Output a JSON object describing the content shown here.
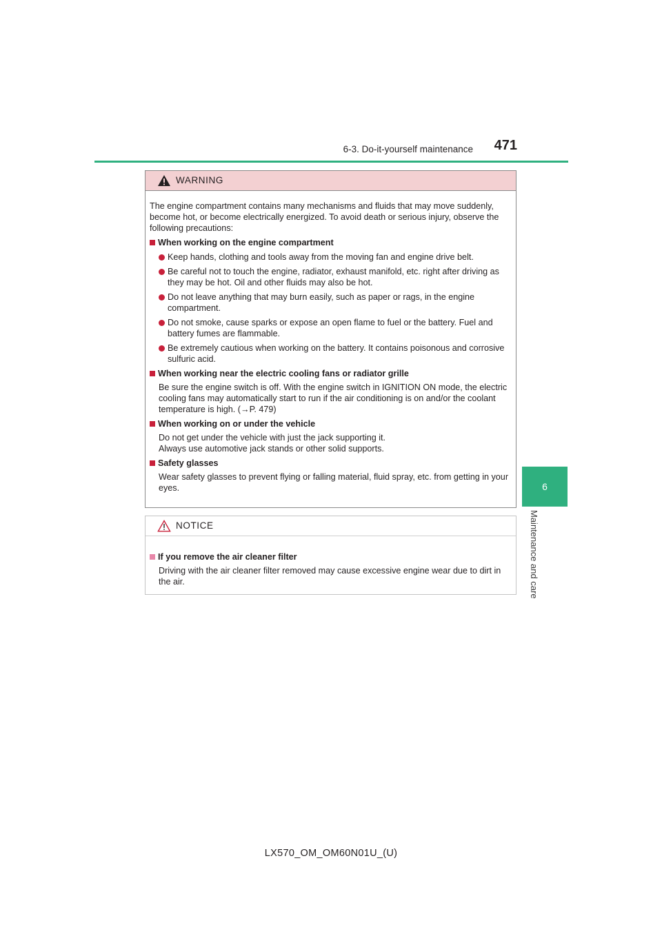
{
  "header": {
    "section": "6-3. Do-it-yourself maintenance",
    "page_number": "471",
    "rule_color": "#2fb07f"
  },
  "side_tab": {
    "number": "6",
    "label": "Maintenance and care"
  },
  "warning": {
    "title": "WARNING",
    "icon": "warning-triangle-icon",
    "intro": "The engine compartment contains many mechanisms and fluids that may move suddenly, become hot, or become electrically energized. To avoid death or serious injury, observe the following precautions:",
    "sections": [
      {
        "title": "When working on the engine compartment",
        "bullets": [
          "Keep hands, clothing and tools away from the moving fan and engine drive belt.",
          "Be careful not to touch the engine, radiator, exhaust manifold, etc. right after driving as they may be hot. Oil and other fluids may also be hot.",
          "Do not leave anything that may burn easily, such as paper or rags, in the engine compartment.",
          "Do not smoke, cause sparks or expose an open flame to fuel or the battery. Fuel and battery fumes are flammable.",
          "Be extremely cautious when working on the battery. It contains poisonous and corrosive sulfuric acid."
        ]
      },
      {
        "title": "When working near the electric cooling fans or radiator grille",
        "text": "Be sure the engine switch is off. With the engine switch in IGNITION ON mode, the electric cooling fans may automatically start to run if the air conditioning is on and/or the coolant temperature is high. (→P. 479)"
      },
      {
        "title": "When working on or under the vehicle",
        "lines": [
          "Do not get under the vehicle with just the jack supporting it.",
          "Always use automotive jack stands or other solid supports."
        ]
      },
      {
        "title": "Safety glasses",
        "text": "Wear safety glasses to prevent flying or falling material, fluid spray, etc. from getting in your eyes."
      }
    ]
  },
  "notice": {
    "title": "NOTICE",
    "icon": "notice-triangle-icon",
    "sections": [
      {
        "title": "If you remove the air cleaner filter",
        "text": "Driving with the air cleaner filter removed may cause excessive engine wear due to dirt in the air."
      }
    ]
  },
  "footer": {
    "code": "LX570_OM_OM60N01U_(U)"
  },
  "colors": {
    "accent_green": "#2fb07f",
    "warning_header_bg": "#f3d0d2",
    "warning_red": "#c8203a",
    "notice_pink": "#e887a9"
  }
}
